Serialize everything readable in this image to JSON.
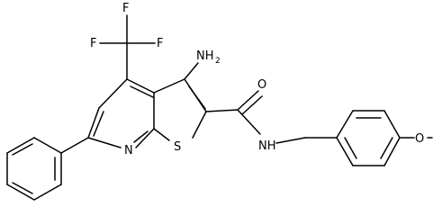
{
  "structure": {
    "labels": {
      "fluorine_top": "F",
      "fluorine_left": "F",
      "fluorine_right": "F",
      "amino": "NH",
      "amino_subscript": "2",
      "carbonyl_oxygen": "O",
      "pyridine_nitrogen": "N",
      "thiophene_sulfur": "S",
      "amide_nh": "NH",
      "ether_oxygen": "O"
    }
  }
}
